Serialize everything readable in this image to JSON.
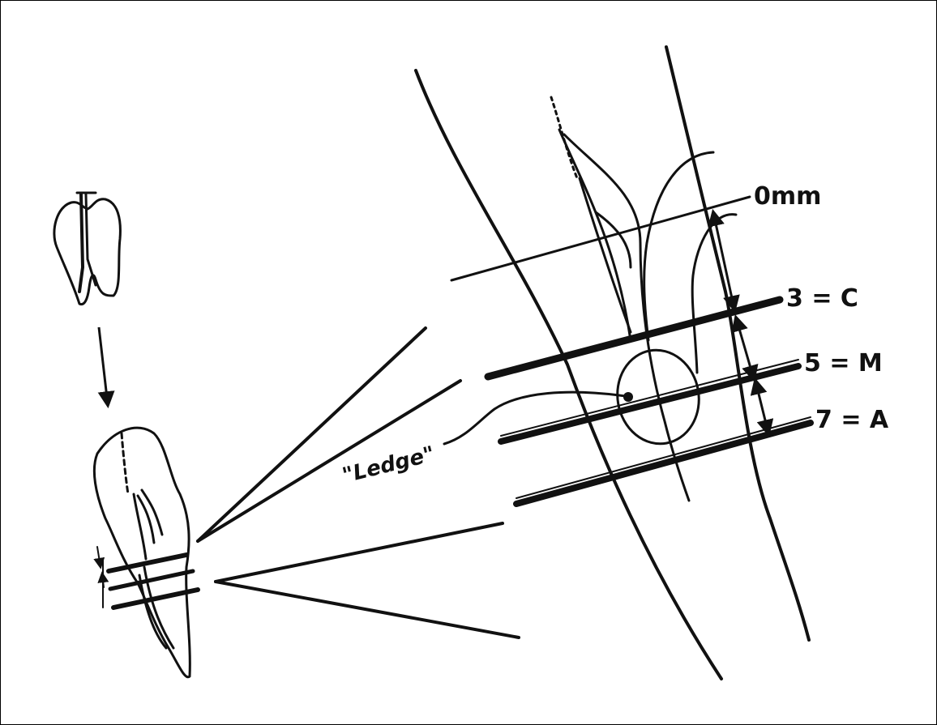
{
  "diagram": {
    "labels": {
      "zero": "0mm",
      "coronal": "3 = C",
      "middle": "5 = M",
      "apical": "7 = A",
      "ledge": "\"Ledge\""
    },
    "colors": {
      "ink": "#111111",
      "background": "#ffffff",
      "frame": "#000000"
    }
  }
}
